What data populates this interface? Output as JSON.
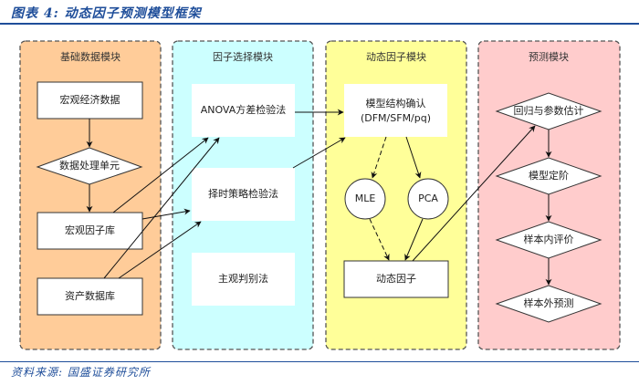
{
  "figure": {
    "title": "图表 4: 动态因子预测模型框架",
    "source": "资料来源: 国盛证券研究所"
  },
  "colors": {
    "accent": "#1f4e9a",
    "panel_basic": "#FFCC99",
    "panel_selection": "#CCFFFF",
    "panel_dynamic": "#FFFF99",
    "panel_forecast": "#FFCCCC",
    "border": "#555555"
  },
  "panels": {
    "basic": {
      "title": "基础数据模块",
      "nodes": {
        "macro_data": "宏观经济数据",
        "processing": "数据处理单元",
        "macro_factor_lib": "宏观因子库",
        "asset_db": "资产数据库"
      }
    },
    "selection": {
      "title": "因子选择模块",
      "nodes": {
        "anova": "ANOVA方差检验法",
        "timing": "择时策略检验法",
        "subjective": "主观判别法"
      }
    },
    "dynamic": {
      "title": "动态因子模块",
      "nodes": {
        "model_confirm_line1": "模型结构确认",
        "model_confirm_line2": "(DFM/SFM/pq)",
        "mle": "MLE",
        "pca": "PCA",
        "dynamic_factor": "动态因子"
      }
    },
    "forecast": {
      "title": "预测模块",
      "nodes": {
        "regression": "回归与参数估计",
        "order": "模型定阶",
        "in_sample": "样本内评价",
        "out_sample": "样本外预测"
      }
    }
  },
  "edges": [
    {
      "from": "宏观经济数据",
      "to": "数据处理单元",
      "style": "solid"
    },
    {
      "from": "数据处理单元",
      "to": "宏观因子库",
      "style": "solid"
    },
    {
      "from": "宏观因子库",
      "to": "ANOVA方差检验法",
      "style": "solid"
    },
    {
      "from": "宏观因子库",
      "to": "择时策略检验法",
      "style": "solid"
    },
    {
      "from": "资产数据库",
      "to": "ANOVA方差检验法",
      "style": "solid"
    },
    {
      "from": "资产数据库",
      "to": "择时策略检验法",
      "style": "solid"
    },
    {
      "from": "ANOVA方差检验法",
      "to": "模型结构确认",
      "style": "solid"
    },
    {
      "from": "择时策略检验法",
      "to": "模型结构确认",
      "style": "solid"
    },
    {
      "from": "模型结构确认",
      "to": "MLE",
      "style": "dashed"
    },
    {
      "from": "模型结构确认",
      "to": "PCA",
      "style": "solid"
    },
    {
      "from": "MLE",
      "to": "动态因子",
      "style": "dashed"
    },
    {
      "from": "PCA",
      "to": "动态因子",
      "style": "solid"
    },
    {
      "from": "动态因子",
      "to": "回归与参数估计",
      "style": "solid"
    },
    {
      "from": "回归与参数估计",
      "to": "模型定阶",
      "style": "solid"
    },
    {
      "from": "模型定阶",
      "to": "样本内评价",
      "style": "solid"
    },
    {
      "from": "样本内评价",
      "to": "样本外预测",
      "style": "solid"
    }
  ]
}
